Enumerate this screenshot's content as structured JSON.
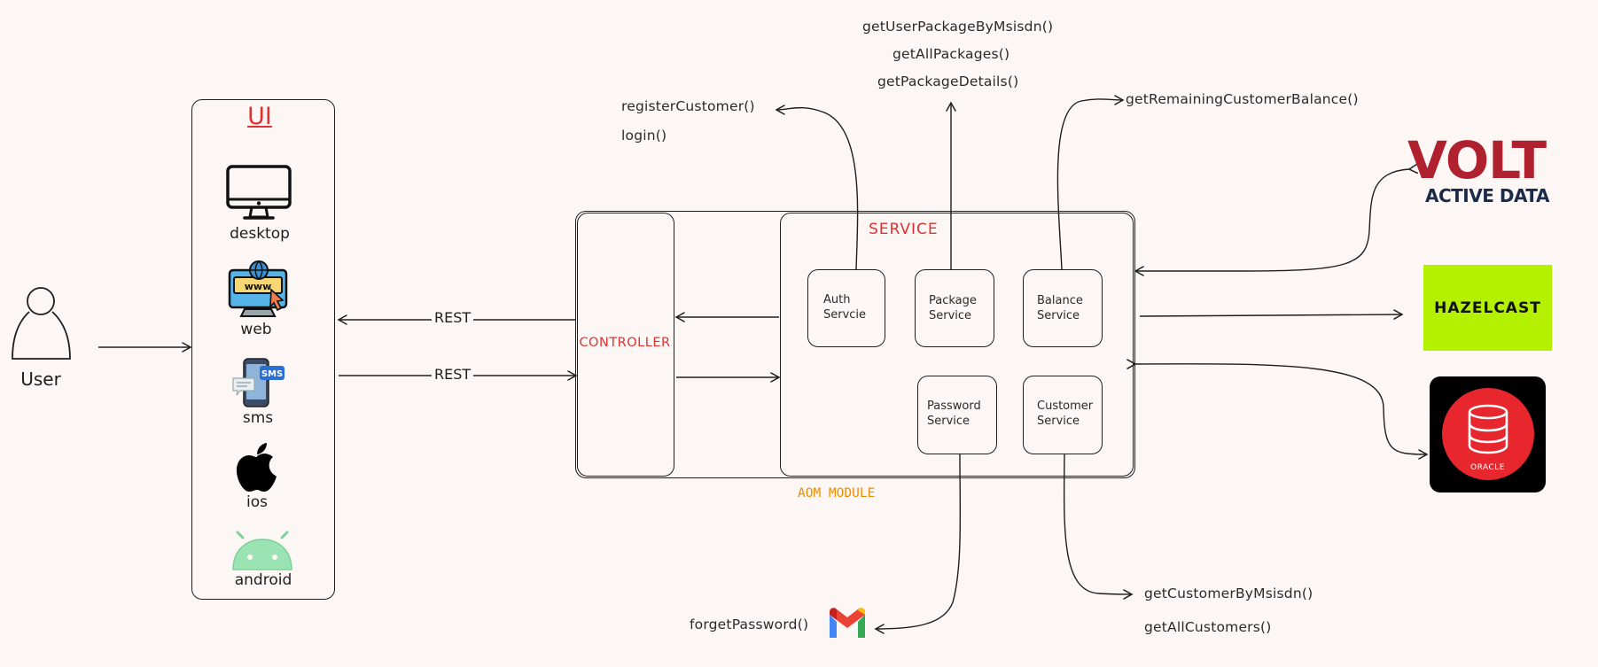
{
  "user": {
    "label": "User"
  },
  "ui_panel": {
    "title": "UI",
    "items": [
      {
        "label": "desktop",
        "icon": "desktop-monitor-icon"
      },
      {
        "label": "web",
        "icon": "web-browser-icon"
      },
      {
        "label": "sms",
        "icon": "sms-phone-icon"
      },
      {
        "label": "ios",
        "icon": "apple-icon"
      },
      {
        "label": "android",
        "icon": "android-icon"
      }
    ]
  },
  "connections": {
    "rest_top": "REST",
    "rest_bottom": "REST"
  },
  "controller": {
    "label": "CONTROLLER"
  },
  "service_group": {
    "label": "SERVICE"
  },
  "module": {
    "label": "AOM MODULE"
  },
  "services": {
    "auth": {
      "line1": "Auth",
      "line2": "Servcie"
    },
    "package": {
      "line1": "Package",
      "line2": "Service"
    },
    "balance": {
      "line1": "Balance",
      "line2": "Service"
    },
    "password": {
      "line1": "Password",
      "line2": "Service"
    },
    "customer": {
      "line1": "Customer",
      "line2": "Service"
    }
  },
  "methods": {
    "auth": [
      "registerCustomer()",
      "login()"
    ],
    "package": [
      "getUserPackageByMsisdn()",
      "getAllPackages()",
      "getPackageDetails()"
    ],
    "balance": [
      "getRemainingCustomerBalance()"
    ],
    "password": [
      "forgetPassword()"
    ],
    "customer": [
      "getCustomerByMsisdn()",
      "getAllCustomers()"
    ]
  },
  "logos": {
    "volt": {
      "line1": "VOLT",
      "line2": "ACTIVE DATA",
      "color": "#b0212f",
      "color2": "#1b2a4a"
    },
    "hazelcast": {
      "label": "HAZELCAST",
      "bg": "#b4f100"
    },
    "oracle": {
      "label": "ORACLE",
      "bg": "#000000",
      "circle": "#e8262d"
    },
    "gmail": {
      "icon": "gmail-icon"
    }
  },
  "colors": {
    "accent_red": "#e03131",
    "module_orange": "#f08c00",
    "stroke": "#1e1e1e",
    "background": "#fcf7f4"
  }
}
